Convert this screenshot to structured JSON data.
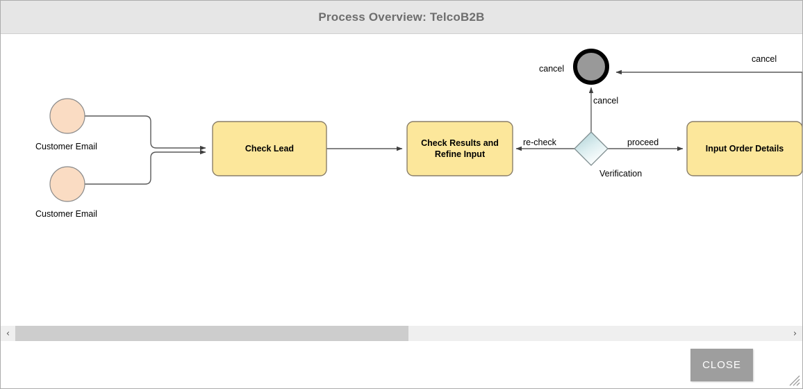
{
  "window": {
    "title": "Process Overview: TelcoB2B",
    "close_label": "CLOSE",
    "resize_grip_icon": "resize-grip-icon"
  },
  "scrollbar": {
    "left_arrow": "‹",
    "right_arrow": "›"
  },
  "diagram": {
    "nodes": [
      {
        "id": "start1",
        "type": "start-event",
        "label": "Customer Email",
        "shape": "circle",
        "fill": "#fadcc3"
      },
      {
        "id": "start2",
        "type": "start-event",
        "label": "Customer Email",
        "shape": "circle",
        "fill": "#fadcc3"
      },
      {
        "id": "task1",
        "type": "task",
        "label": "Check Lead",
        "shape": "rounded-rect",
        "fill": "#fce79b"
      },
      {
        "id": "task2",
        "type": "task",
        "label": "Check Results and\nRefine Input",
        "shape": "rounded-rect",
        "fill": "#fce79b"
      },
      {
        "id": "gateway",
        "type": "gateway",
        "label": "Verification",
        "shape": "diamond",
        "fill": "#cfe4e6"
      },
      {
        "id": "task3",
        "type": "task",
        "label": "Input Order Details",
        "shape": "rounded-rect",
        "fill": "#fce79b"
      },
      {
        "id": "end1",
        "type": "end-event",
        "label": "cancel",
        "shape": "ring",
        "fill": "#999999"
      }
    ],
    "edges": [
      {
        "id": "e1",
        "from": "start1",
        "to": "task1",
        "label": ""
      },
      {
        "id": "e2",
        "from": "start2",
        "to": "task1",
        "label": ""
      },
      {
        "id": "e3",
        "from": "task1",
        "to": "task2",
        "label": ""
      },
      {
        "id": "e4",
        "from": "gateway",
        "to": "task2",
        "label": "re-check"
      },
      {
        "id": "e5",
        "from": "gateway",
        "to": "end1",
        "label": "cancel"
      },
      {
        "id": "e6",
        "from": "gateway",
        "to": "task3",
        "label": "proceed"
      },
      {
        "id": "e7",
        "from": "task3",
        "to": "end1",
        "label": "cancel"
      }
    ]
  },
  "colors": {
    "titlebar": "#e6e6e6",
    "title_text": "#6e6e6e",
    "start_event_fill": "#fadcc3",
    "task_fill": "#fce79b",
    "gateway_fill": "#cfe4e6",
    "end_event_fill": "#999999",
    "close_button": "#9e9e9e",
    "scroll_thumb": "#cdcdcd",
    "stroke": "#5a5a5a"
  }
}
